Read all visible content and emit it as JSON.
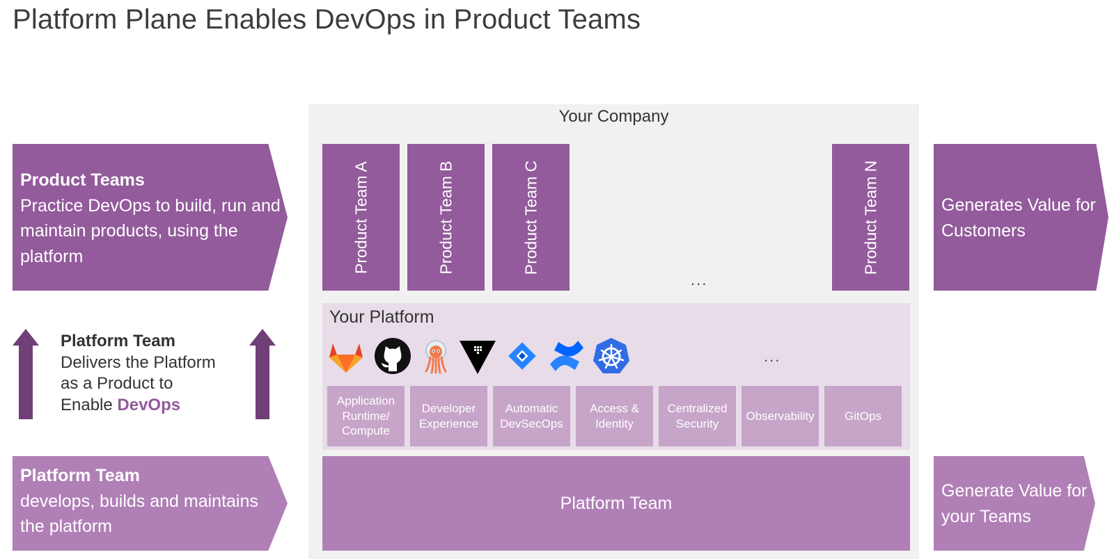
{
  "title": "Platform Plane Enables DevOps in Product Teams",
  "company": {
    "label": "Your Company"
  },
  "left": {
    "product_teams": {
      "heading": "Product Teams",
      "lines": [
        "Practice DevOps to build, run and",
        "maintain products, using the",
        "platform"
      ]
    },
    "platform_team_note": {
      "heading": "Platform Team",
      "line1": "Delivers the Platform",
      "line2": "as a Product to",
      "line3_prefix": "Enable ",
      "line3_highlight": "DevOps"
    },
    "platform_team": {
      "heading": "Platform Team",
      "lines": [
        "develops, builds and maintains",
        "the platform"
      ]
    }
  },
  "product_team_columns": [
    "Product Team A",
    "Product Team B",
    "Product Team C",
    "Product Team N"
  ],
  "ellipsis": "...",
  "platform": {
    "title": "Your Platform",
    "icons": [
      "gitlab-icon",
      "github-icon",
      "argo-icon",
      "vault-icon",
      "jira-icon",
      "confluence-icon",
      "kubernetes-icon"
    ],
    "ellipsis": "...",
    "capabilities": [
      [
        "Application",
        "Runtime/",
        "Compute"
      ],
      [
        "Developer",
        "Experience"
      ],
      [
        "Automatic",
        "DevSecOps"
      ],
      [
        "Access &",
        "Identity"
      ],
      [
        "Centralized",
        "Security"
      ],
      [
        "Observability"
      ],
      [
        "GitOps"
      ]
    ]
  },
  "platform_team_bar": "Platform Team",
  "right": {
    "customers": [
      "Generates Value for",
      "Customers"
    ],
    "teams": [
      "Generate Value for",
      "your Teams"
    ]
  },
  "colors": {
    "dark_purple": "#935a9c",
    "mid_purple": "#b07fb6",
    "light_purple": "#c6a5c9",
    "platform_bg": "#e8dce9",
    "arrow_purple": "#6f3f77"
  }
}
